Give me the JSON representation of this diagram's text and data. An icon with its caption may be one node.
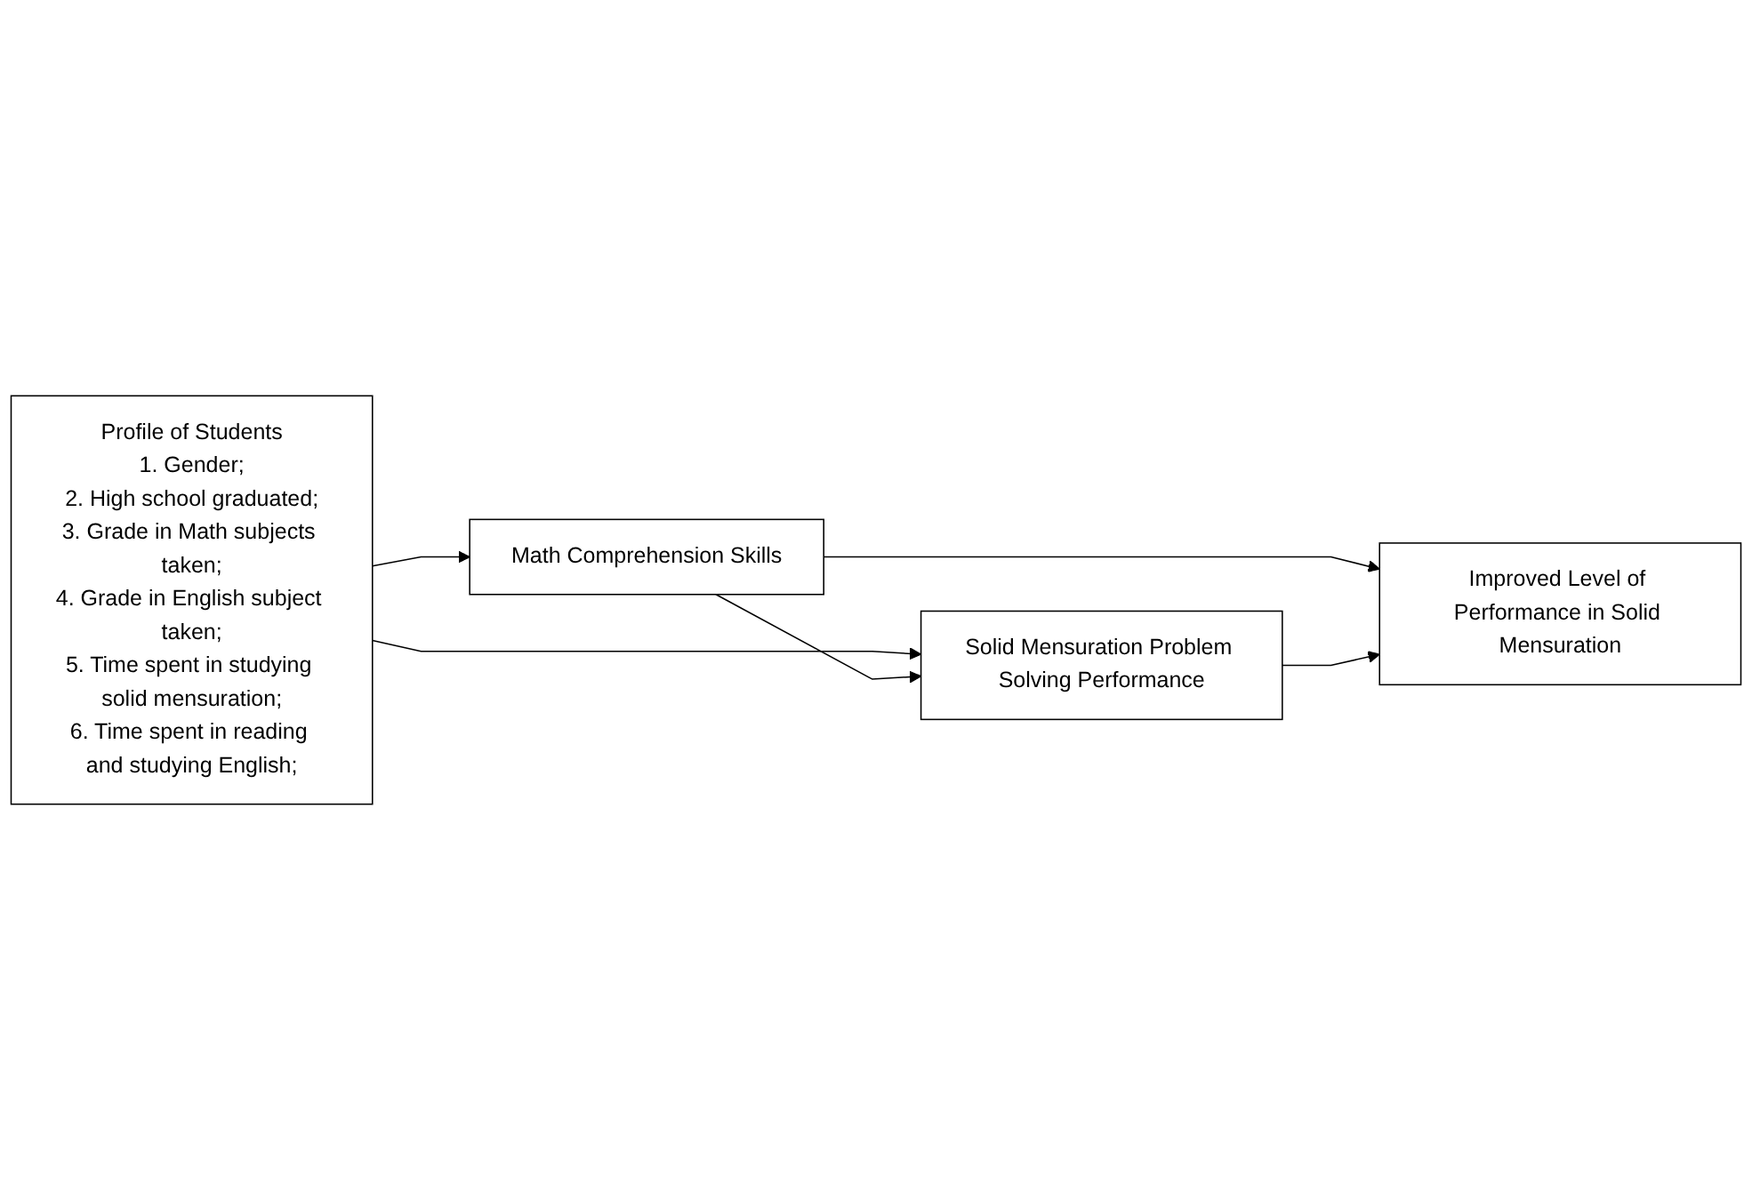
{
  "diagram": {
    "nodes": [
      {
        "text": [
          "Profile of Students",
          "1. Gender;",
          "2. High school graduated;",
          "3. Grade in Math subjects taken;",
          "4. Grade in English subject taken;",
          "5. Time spent in studying solid mensuration;",
          "6. Time spent in reading and studying English;"
        ]
      },
      {
        "text": [
          "Math Comprehension Skills"
        ]
      },
      {
        "text": [
          "Solid Mensuration Problem Solving Performance"
        ]
      },
      {
        "text": [
          "Improved Level of Performance in Solid Mensuration"
        ]
      }
    ],
    "edges": [
      {
        "from": 0,
        "to": 1,
        "arrow": "to"
      },
      {
        "from": 0,
        "to": 2,
        "arrow": "to"
      },
      {
        "from": 1,
        "to": 2,
        "arrow": "to"
      },
      {
        "from": 1,
        "to": 3,
        "arrow": "to"
      },
      {
        "from": 2,
        "to": 3,
        "arrow": "to"
      }
    ]
  }
}
